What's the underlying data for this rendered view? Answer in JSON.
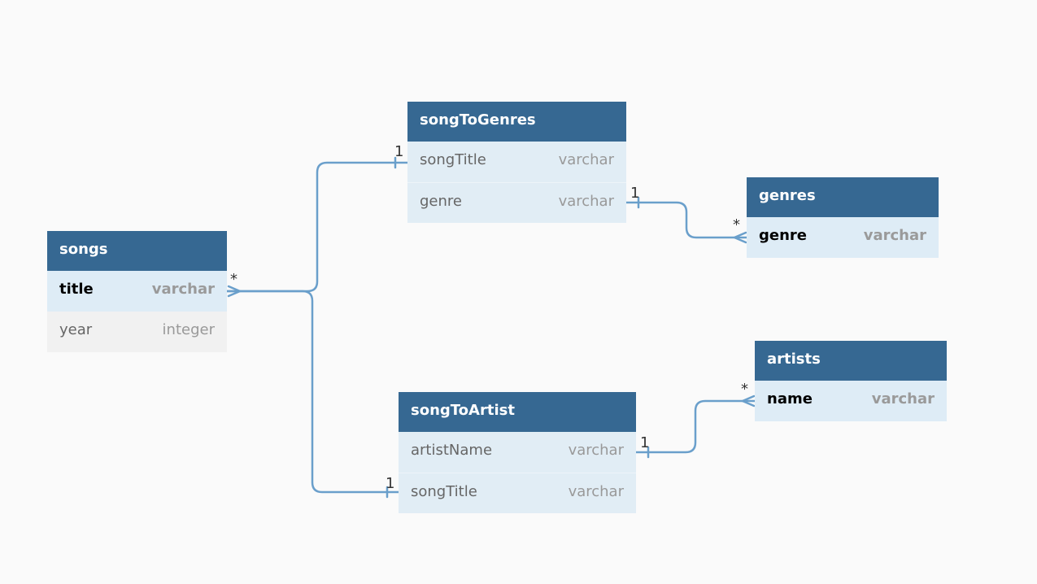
{
  "tables": {
    "songs": {
      "title": "songs",
      "fields": [
        {
          "name": "title",
          "type": "varchar"
        },
        {
          "name": "year",
          "type": "integer"
        }
      ]
    },
    "songToGenres": {
      "title": "songToGenres",
      "fields": [
        {
          "name": "songTitle",
          "type": "varchar"
        },
        {
          "name": "genre",
          "type": "varchar"
        }
      ]
    },
    "genres": {
      "title": "genres",
      "fields": [
        {
          "name": "genre",
          "type": "varchar"
        }
      ]
    },
    "songToArtist": {
      "title": "songToArtist",
      "fields": [
        {
          "name": "artistName",
          "type": "varchar"
        },
        {
          "name": "songTitle",
          "type": "varchar"
        }
      ]
    },
    "artists": {
      "title": "artists",
      "fields": [
        {
          "name": "name",
          "type": "varchar"
        }
      ]
    }
  },
  "relations": [
    {
      "from": "songs.title",
      "from_card": "*",
      "to": "songToGenres.songTitle",
      "to_card": "1"
    },
    {
      "from": "songs.title",
      "from_card": "*",
      "to": "songToArtist.songTitle",
      "to_card": "1"
    },
    {
      "from": "songToGenres.genre",
      "from_card": "1",
      "to": "genres.genre",
      "to_card": "*"
    },
    {
      "from": "songToArtist.artistName",
      "from_card": "1",
      "to": "artists.name",
      "to_card": "*"
    }
  ],
  "colors": {
    "header": "#366892",
    "link": "#6a9fcb",
    "pk_row": "#deecf6",
    "field_row": "#e1edf5",
    "plain_row": "#f1f1f1",
    "background": "#fafafa"
  }
}
